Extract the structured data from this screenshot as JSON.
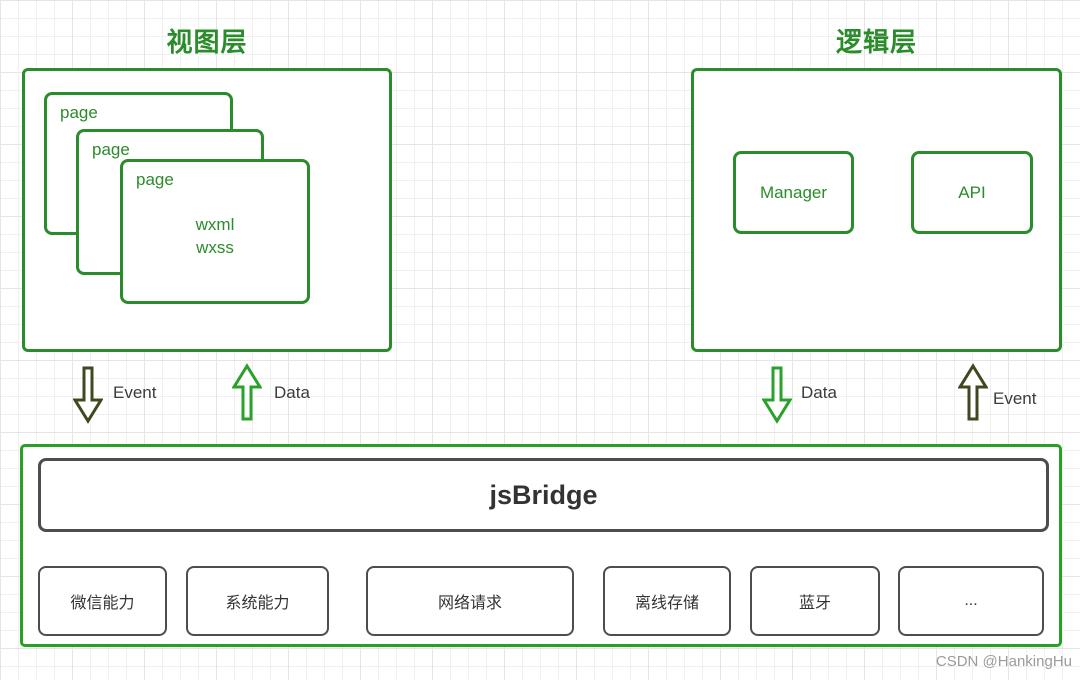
{
  "colors": {
    "green": "#2a8c2a",
    "bright_green": "#28a028",
    "event_arrow": "#3e491f",
    "data_arrow": "#2ba02b",
    "box_border_gray": "#4d4d4d",
    "text_dark": "#333333",
    "label_gray": "#3c3c3c",
    "watermark_gray": "#9b9b9b"
  },
  "view_layer": {
    "title": "视图层",
    "pages": [
      {
        "label": "page"
      },
      {
        "label": "page"
      },
      {
        "label": "page",
        "content_line1": "wxml",
        "content_line2": "wxss"
      }
    ]
  },
  "logic_layer": {
    "title": "逻辑层",
    "modules": [
      {
        "label": "Manager"
      },
      {
        "label": "API"
      }
    ]
  },
  "flows": {
    "left_down": {
      "label": "Event"
    },
    "left_up": {
      "label": "Data"
    },
    "right_down": {
      "label": "Data"
    },
    "right_up": {
      "label": "Event"
    }
  },
  "bridge": {
    "title": "jsBridge",
    "capabilities": [
      {
        "label": "微信能力"
      },
      {
        "label": "系统能力"
      },
      {
        "label": "网络请求"
      },
      {
        "label": "离线存储"
      },
      {
        "label": "蓝牙"
      },
      {
        "label": "..."
      }
    ]
  },
  "watermark": "CSDN @HankingHu"
}
